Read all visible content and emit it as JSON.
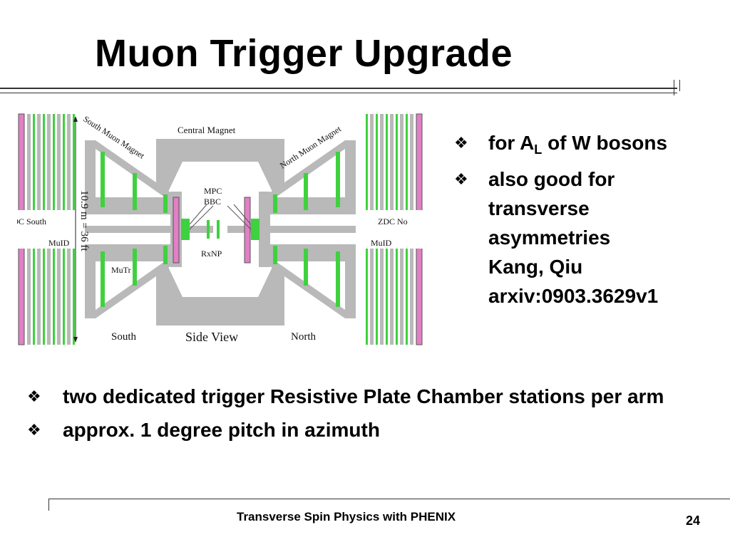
{
  "title": "Muon Trigger Upgrade",
  "diagram": {
    "labels": {
      "central_magnet": "Central Magnet",
      "south_muon_magnet": "South Muon Magnet",
      "north_muon_magnet": "North Muon Magnet",
      "mpc": "MPC",
      "bbc": "BBC",
      "rxnp": "RxNP",
      "zdc_south": "ZDC South",
      "zdc_north": "ZDC No",
      "muid_left": "MuID",
      "muid_right": "MuID",
      "mutr": "MuTr",
      "dimension": "10.9 m = 36 ft",
      "south": "South",
      "side_view": "Side View",
      "north": "North"
    },
    "colors": {
      "structure": "#b9b9b9",
      "chamber": "#3fd13f",
      "trigger_station": "#e27fc6",
      "outline": "#555555"
    }
  },
  "right_bullets": {
    "glyph": "❖",
    "b1_pre": "for A",
    "b1_sub": "L",
    "b1_post": " of W bosons",
    "b2_lines": [
      "also good for",
      "transverse",
      "asymmetries",
      "Kang, Qiu",
      "arxiv:0903.3629v1"
    ]
  },
  "bottom_bullets": {
    "glyph": "❖",
    "items": [
      "two dedicated trigger Resistive Plate Chamber stations per arm",
      "approx. 1 degree pitch in azimuth"
    ]
  },
  "footer": {
    "text": "Transverse Spin Physics with PHENIX",
    "page_number": "24"
  }
}
